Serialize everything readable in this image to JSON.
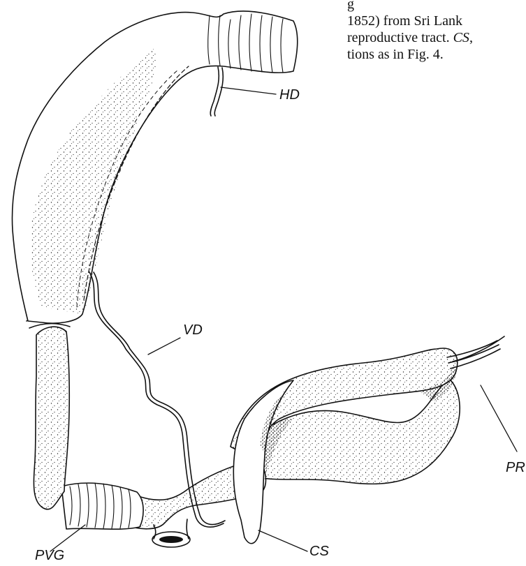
{
  "caption": {
    "lines": [
      {
        "text": "g"
      },
      {
        "text": "1852) from Sri Lank"
      },
      {
        "pre": "reproductive tract. ",
        "em": "CS",
        "post": ","
      },
      {
        "text": "tions as in Fig. 4."
      }
    ]
  },
  "labels": {
    "hd": "HD",
    "vd": "VD",
    "pr": "PR",
    "pvg": "PVG",
    "cs": "CS"
  }
}
